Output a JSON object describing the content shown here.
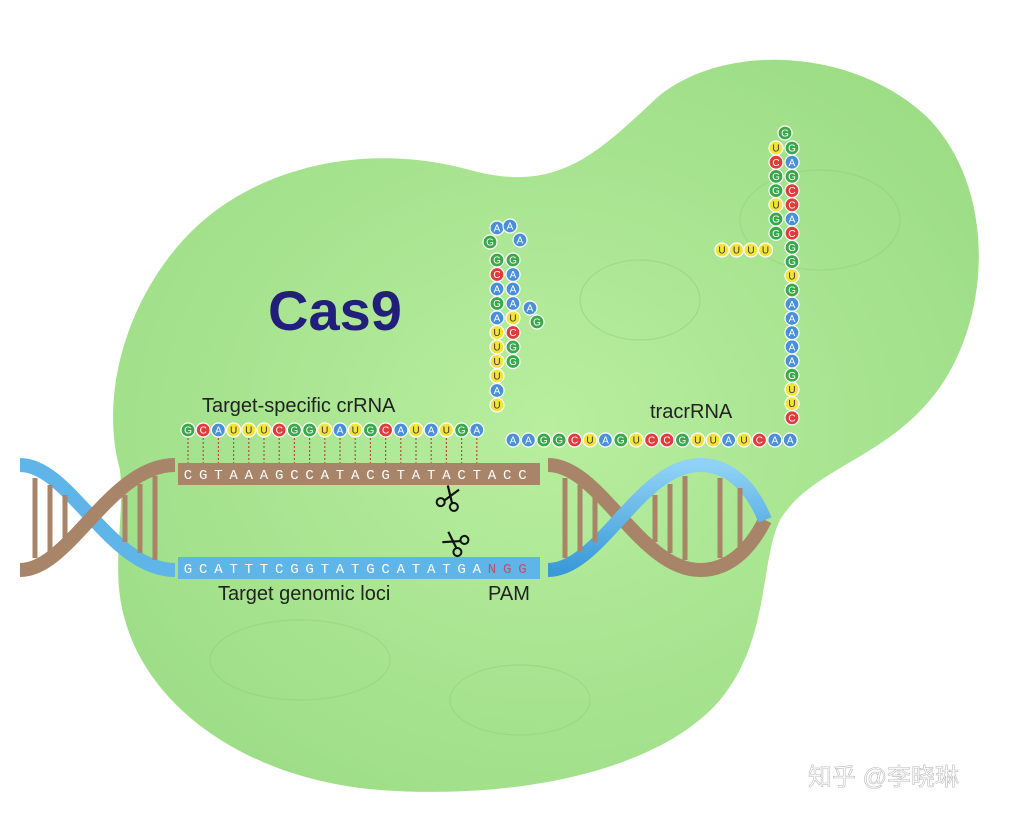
{
  "title": "Cas9",
  "labels": {
    "crrna": "Target-specific crRNA",
    "tracrrna": "tracrRNA",
    "genomic": "Target genomic loci",
    "pam": "PAM"
  },
  "sequences": {
    "crrna": "GCAUUUCGGUAUGCAUAUGA",
    "top_strand": "CGTAAAGCCATACGTATACTACC",
    "bottom_strand": "GCATTTCGGTATGCATATGA",
    "pam": "NGG",
    "tracr_horizontal": "AAGGCUAGUCCGUUAUCAA",
    "tracr_stem_up": "UAUUUUAGACG",
    "tracr_stem_loop": "GAAAUCGG",
    "tracr_right_column": "CUUGAAAAAGUGGCACCGAG",
    "tracr_top_stem": "UCGGUGG",
    "tracr_tail": "UUUU"
  },
  "watermark": "知乎 @李晓琳",
  "colors": {
    "A": "#4a90d9",
    "U": "#f2e43a",
    "G": "#3aa84a",
    "C": "#e23b3b",
    "blob": "#a6e690",
    "dna_blue": "#5fb4e8",
    "dna_brown": "#a88468",
    "title": "#221f7a"
  }
}
